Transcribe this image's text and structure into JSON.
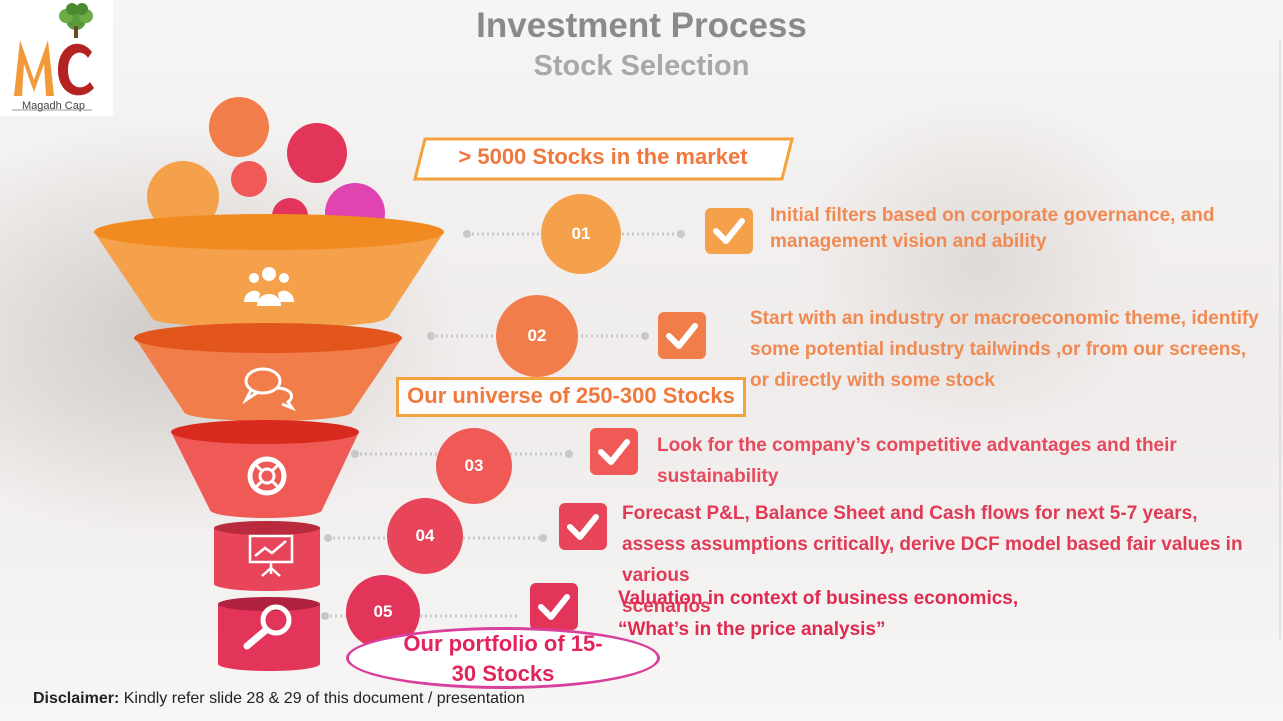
{
  "header": {
    "title": "Investment Process",
    "subtitle": "Stock Selection"
  },
  "logo": {
    "initials": "MC",
    "name": "Magadh Cap"
  },
  "banners": {
    "market": "> 5000 Stocks in the market",
    "universe": "Our universe of 250-300 Stocks",
    "portfolio_line1": "Our portfolio of 15-",
    "portfolio_line2": "30 Stocks"
  },
  "steps": [
    {
      "number": "01",
      "color": "#f5a04a",
      "icon": "users-icon",
      "lines": [
        "Initial filters based on corporate governance, and",
        "management vision and ability"
      ]
    },
    {
      "number": "02",
      "color": "#f07d4a",
      "icon": "chat-bubbles-icon",
      "lines": [
        "Start with an industry or macroeconomic theme, identify",
        "some potential industry tailwinds ,or from our screens,",
        "or directly with some stock"
      ]
    },
    {
      "number": "03",
      "color": "#ef5a56",
      "icon": "lifebuoy-icon",
      "lines": [
        "Look for the company’s competitive advantages and their sustainability"
      ]
    },
    {
      "number": "04",
      "color": "#e8455a",
      "icon": "presentation-chart-icon",
      "lines": [
        "Forecast P&L, Balance Sheet and Cash flows for next 5-7 years,",
        "assess assumptions critically, derive DCF model based fair values in various",
        "scenarios"
      ]
    },
    {
      "number": "05",
      "color": "#e3355a",
      "icon": "magnifier-icon",
      "lines": [
        "Valuation in context of business economics,",
        "“What’s in the price analysis”"
      ]
    }
  ],
  "disclaimer": {
    "label": "Disclaimer:",
    "text": " Kindly refer slide 28 & 29 of this document / presentation"
  },
  "colors": {
    "orange": "#f5a04a",
    "coral": "#f07d4a",
    "red": "#ef5a56",
    "crimson": "#e3355a",
    "magenta": "#d9409e",
    "title_gray": "#8a8a8a"
  }
}
